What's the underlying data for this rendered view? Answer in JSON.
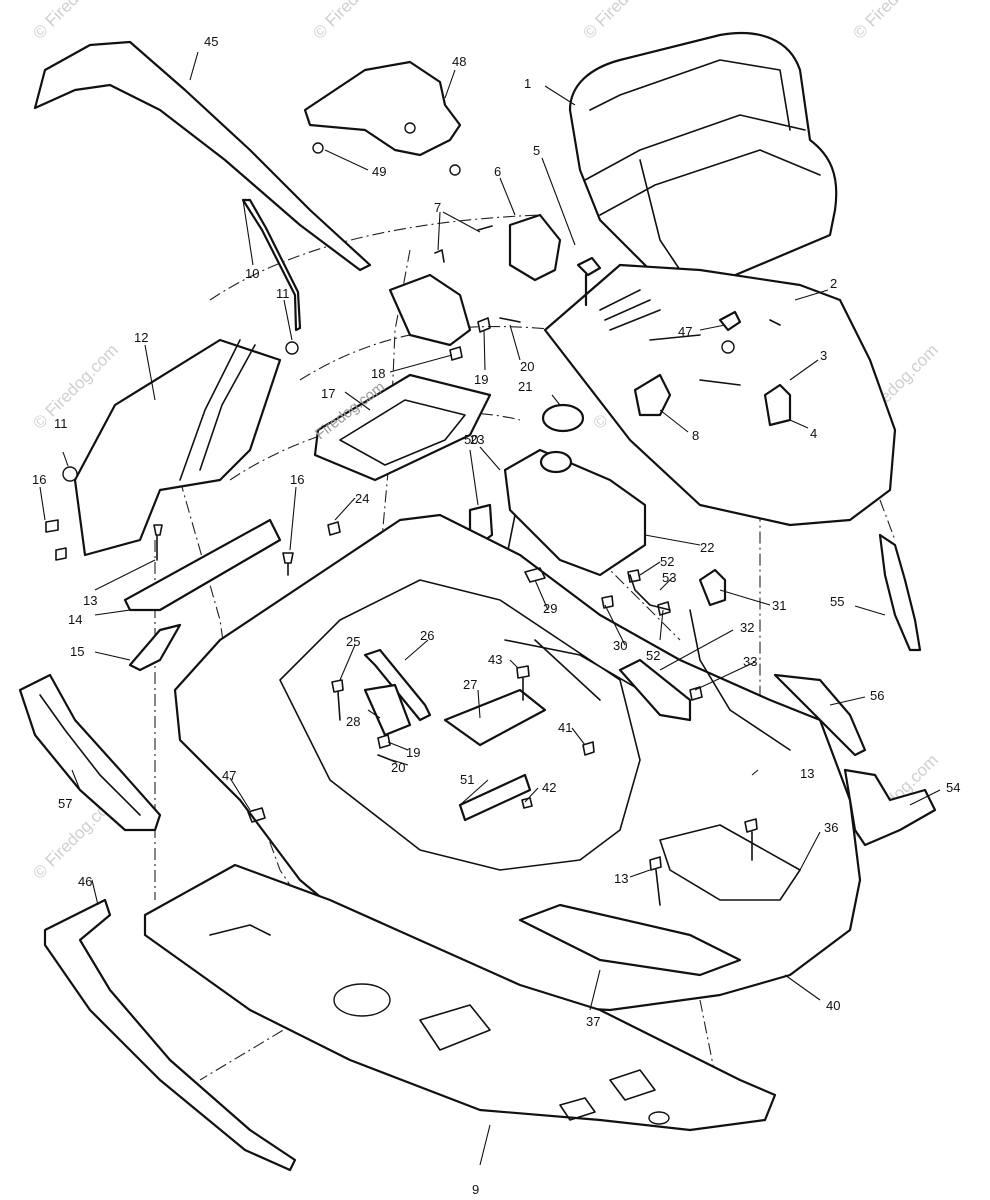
{
  "watermark": {
    "text": "© Firedog.com",
    "inline_text": "Firedog.com"
  },
  "colors": {
    "line": "#111111",
    "background": "#ffffff",
    "watermark": "#cfcfcf"
  },
  "parts": [
    {
      "id": "seat",
      "number": "1"
    },
    {
      "id": "seat-pan",
      "number": "2"
    },
    {
      "id": "p3",
      "number": "3"
    },
    {
      "id": "p4",
      "number": "4"
    },
    {
      "id": "p5",
      "number": "5"
    },
    {
      "id": "p6",
      "number": "6"
    },
    {
      "id": "p7",
      "number": "7"
    },
    {
      "id": "p8",
      "number": "8"
    },
    {
      "id": "p10",
      "number": "10"
    },
    {
      "id": "p11a",
      "number": "11"
    },
    {
      "id": "p11b",
      "number": "11"
    },
    {
      "id": "p12",
      "number": "12"
    },
    {
      "id": "p13a",
      "number": "13"
    },
    {
      "id": "p13b",
      "number": "13"
    },
    {
      "id": "p13c",
      "number": "13"
    },
    {
      "id": "p14",
      "number": "14"
    },
    {
      "id": "p15",
      "number": "15"
    },
    {
      "id": "p16a",
      "number": "16"
    },
    {
      "id": "p16b",
      "number": "16"
    },
    {
      "id": "p17",
      "number": "17"
    },
    {
      "id": "p18",
      "number": "18"
    },
    {
      "id": "p19a",
      "number": "19"
    },
    {
      "id": "p19b",
      "number": "19"
    },
    {
      "id": "p20a",
      "number": "20"
    },
    {
      "id": "p20b",
      "number": "20"
    },
    {
      "id": "p21",
      "number": "21"
    },
    {
      "id": "p22",
      "number": "22"
    },
    {
      "id": "p23",
      "number": "23"
    },
    {
      "id": "p24",
      "number": "24"
    },
    {
      "id": "p25",
      "number": "25"
    },
    {
      "id": "p26",
      "number": "26"
    },
    {
      "id": "p27",
      "number": "27"
    },
    {
      "id": "p28",
      "number": "28"
    },
    {
      "id": "p29",
      "number": "29"
    },
    {
      "id": "p30",
      "number": "30"
    },
    {
      "id": "p31",
      "number": "31"
    },
    {
      "id": "p32",
      "number": "32"
    },
    {
      "id": "p33",
      "number": "33"
    },
    {
      "id": "p36",
      "number": "36"
    },
    {
      "id": "p37",
      "number": "37"
    },
    {
      "id": "p40",
      "number": "40"
    },
    {
      "id": "p41",
      "number": "41"
    },
    {
      "id": "p42",
      "number": "42"
    },
    {
      "id": "p43",
      "number": "43"
    },
    {
      "id": "p45",
      "number": "45"
    },
    {
      "id": "p46",
      "number": "46"
    },
    {
      "id": "p47a",
      "number": "47"
    },
    {
      "id": "p47b",
      "number": "47"
    },
    {
      "id": "p48",
      "number": "48"
    },
    {
      "id": "p49",
      "number": "49"
    },
    {
      "id": "p50",
      "number": "50"
    },
    {
      "id": "p51",
      "number": "51"
    },
    {
      "id": "p52a",
      "number": "52"
    },
    {
      "id": "p52b",
      "number": "52"
    },
    {
      "id": "p53",
      "number": "53"
    },
    {
      "id": "p54",
      "number": "54"
    },
    {
      "id": "p55",
      "number": "55"
    },
    {
      "id": "p56",
      "number": "56"
    },
    {
      "id": "p57",
      "number": "57"
    },
    {
      "id": "p9",
      "number": "9"
    }
  ]
}
